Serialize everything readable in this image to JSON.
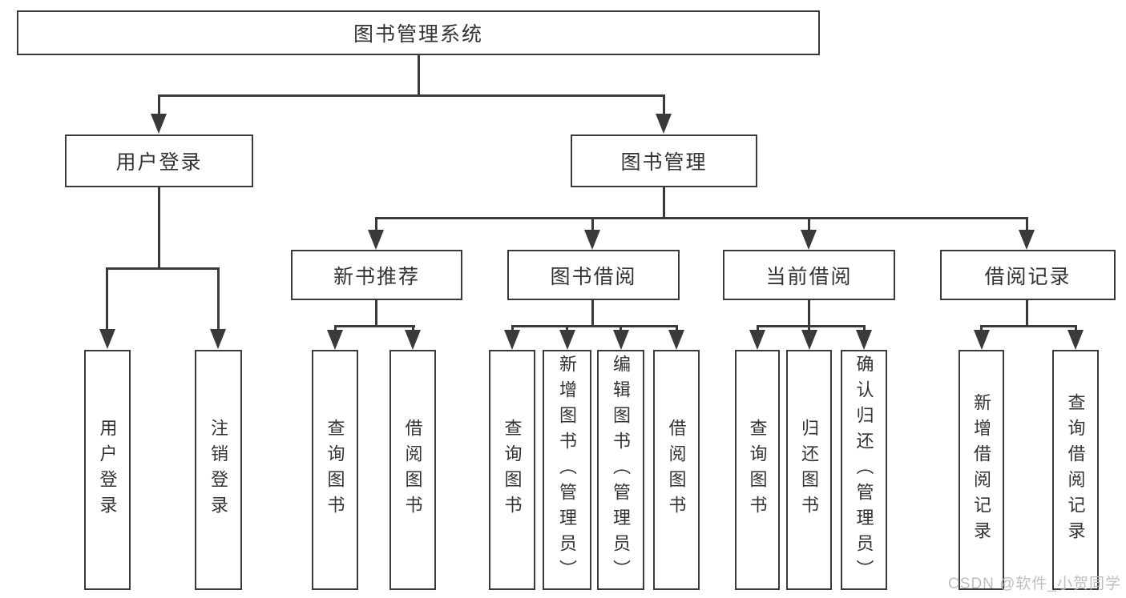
{
  "tree": {
    "root": {
      "label": "图书管理系统",
      "children": [
        {
          "label": "用户登录",
          "children": [
            {
              "label": "用户登录"
            },
            {
              "label": "注销登录"
            }
          ]
        },
        {
          "label": "图书管理",
          "children": [
            {
              "label": "新书推荐",
              "children": [
                {
                  "label": "查询图书"
                },
                {
                  "label": "借阅图书"
                }
              ]
            },
            {
              "label": "图书借阅",
              "children": [
                {
                  "label": "查询图书"
                },
                {
                  "label": "新增图书（管理员）"
                },
                {
                  "label": "编辑图书（管理员）"
                },
                {
                  "label": "借阅图书"
                }
              ]
            },
            {
              "label": "当前借阅",
              "children": [
                {
                  "label": "查询图书"
                },
                {
                  "label": "归还图书"
                },
                {
                  "label": "确认归还（管理员）"
                }
              ]
            },
            {
              "label": "借阅记录",
              "children": [
                {
                  "label": "新增借阅记录"
                },
                {
                  "label": "查询借阅记录"
                }
              ]
            }
          ]
        }
      ]
    }
  },
  "watermark": {
    "text": "CSDN @软件_小贺同学"
  },
  "colors": {
    "line": "#3a3a3a",
    "text": "#333333",
    "background": "#ffffff",
    "watermark": "#bdbdbd"
  }
}
